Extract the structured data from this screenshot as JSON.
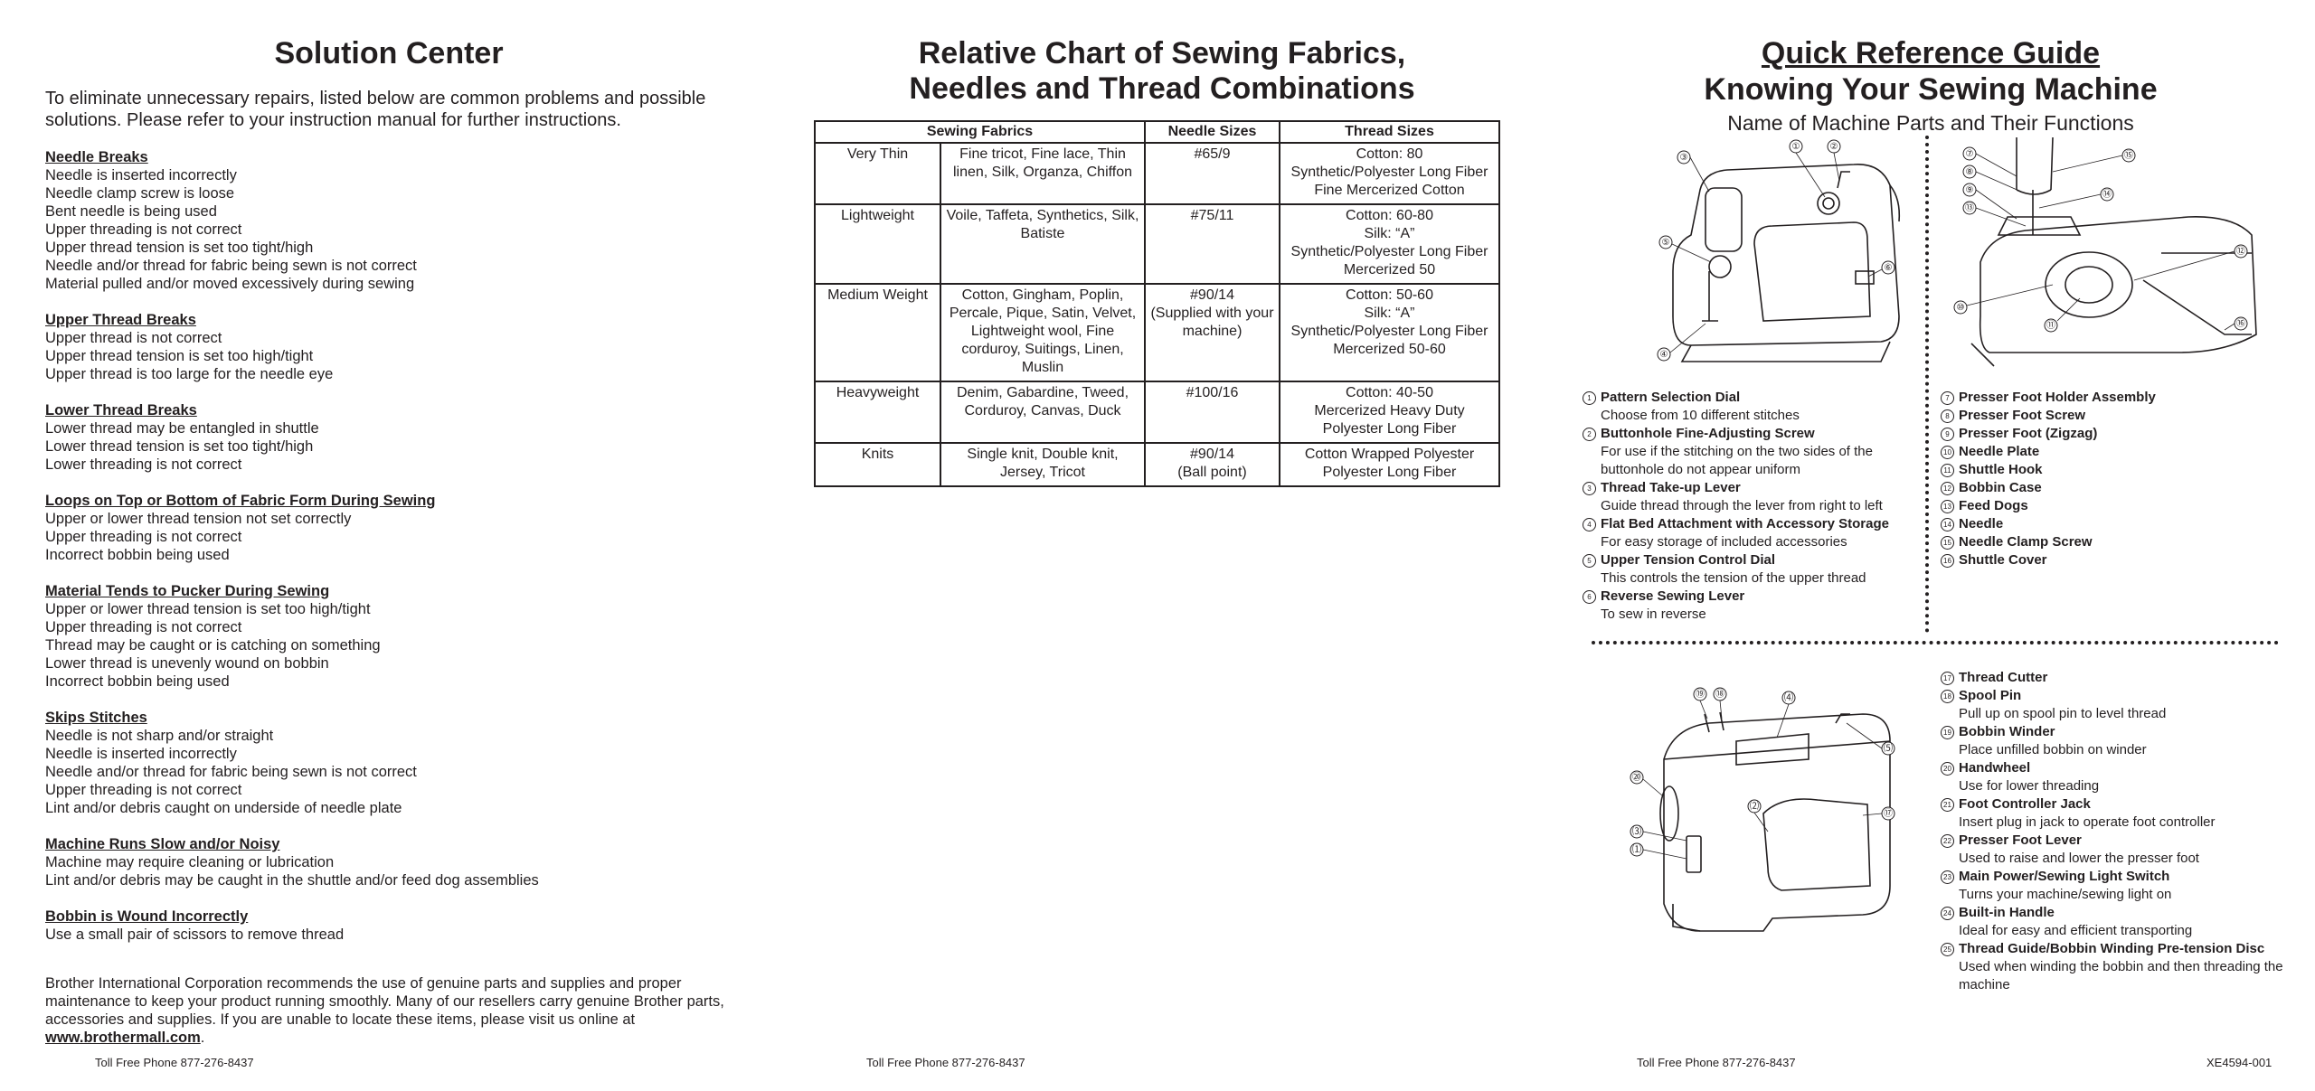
{
  "solution_center": {
    "title": "Solution Center",
    "intro": "To eliminate unnecessary repairs, listed below are common problems and possible solutions. Please refer to your instruction manual for further instructions.",
    "sections": [
      {
        "heading": "Needle Breaks",
        "lines": [
          "Needle is inserted incorrectly",
          "Needle clamp screw is loose",
          "Bent needle is being used",
          "Upper threading is not correct",
          "Upper thread tension is set too tight/high",
          "Needle and/or thread for fabric being sewn is not correct",
          "Material pulled and/or moved excessively during sewing"
        ]
      },
      {
        "heading": "Upper Thread Breaks",
        "lines": [
          "Upper thread is not correct",
          "Upper thread tension is set too high/tight",
          "Upper thread is too large for the needle eye"
        ]
      },
      {
        "heading": "Lower Thread Breaks",
        "lines": [
          "Lower thread may be entangled in shuttle",
          "Lower thread tension is set too tight/high",
          "Lower threading is not correct"
        ]
      },
      {
        "heading": "Loops on Top or Bottom of Fabric Form During Sewing",
        "lines": [
          "Upper or lower thread tension not set correctly",
          "Upper threading is not correct",
          "Incorrect bobbin being used"
        ]
      },
      {
        "heading": "Material Tends to Pucker During Sewing",
        "lines": [
          "Upper or lower thread tension is set too high/tight",
          "Upper threading is not correct",
          "Thread may be caught or is catching on something",
          "Lower thread is unevenly wound on bobbin",
          "Incorrect bobbin being used"
        ]
      },
      {
        "heading": "Skips Stitches",
        "lines": [
          "Needle is not sharp and/or straight",
          "Needle is inserted incorrectly",
          "Needle and/or thread for fabric being sewn is not correct",
          "Upper threading is not correct",
          "Lint and/or debris caught on underside of needle plate"
        ]
      },
      {
        "heading": "Machine Runs Slow and/or Noisy",
        "lines": [
          "Machine may require cleaning or lubrication",
          "Lint and/or debris may be caught in the shuttle and/or feed dog assemblies"
        ]
      },
      {
        "heading": "Bobbin is Wound Incorrectly",
        "lines": [
          "Use a small pair of scissors to remove thread"
        ]
      }
    ],
    "footer_text": "Brother International Corporation recommends the use of genuine parts and supplies and proper maintenance to keep your product running smoothly. Many of our resellers carry genuine Brother parts, accessories and supplies. If you are unable to locate these items, please visit us online at",
    "footer_link": "www.brothermall.com",
    "footer_end": ".",
    "phone": "Toll Free Phone 877-276-8437"
  },
  "fabric_chart": {
    "title_line1": "Relative Chart of Sewing Fabrics,",
    "title_line2": "Needles and Thread Combinations",
    "headers": [
      "Sewing Fabrics",
      "",
      "Needle Sizes",
      "Thread Sizes"
    ],
    "rows": [
      {
        "weight": "Very Thin",
        "fabrics": "Fine tricot, Fine lace, Thin linen, Silk, Organza, Chiffon",
        "needle": "#65/9",
        "thread": "Cotton: 80\nSynthetic/Polyester Long Fiber\nFine Mercerized Cotton"
      },
      {
        "weight": "Lightweight",
        "fabrics": "Voile, Taffeta, Synthetics, Silk, Batiste",
        "needle": "#75/11",
        "thread": "Cotton: 60-80\nSilk: “A”\nSynthetic/Polyester Long Fiber\nMercerized 50"
      },
      {
        "weight": "Medium Weight",
        "fabrics": "Cotton, Gingham, Poplin, Percale, Pique, Satin, Velvet, Lightweight wool, Fine corduroy, Suitings, Linen, Muslin",
        "needle": "#90/14\n(Supplied with your machine)",
        "thread": "Cotton: 50-60\nSilk: “A”\nSynthetic/Polyester Long Fiber\nMercerized 50-60"
      },
      {
        "weight": "Heavyweight",
        "fabrics": "Denim, Gabardine, Tweed, Corduroy, Canvas, Duck",
        "needle": "#100/16",
        "thread": "Cotton: 40-50\nMercerized Heavy Duty\nPolyester Long Fiber"
      },
      {
        "weight": "Knits",
        "fabrics": "Single knit, Double knit, Jersey, Tricot",
        "needle": "#90/14\n(Ball point)",
        "thread": "Cotton Wrapped Polyester\nPolyester Long Fiber"
      }
    ],
    "phone": "Toll Free Phone 877-276-8437"
  },
  "quick_reference": {
    "title": "Quick Reference Guide",
    "subtitle": "Knowing Your Sewing Machine",
    "subsubtitle": "Name of Machine Parts and Their Functions",
    "illus1_callouts": [
      "①",
      "②",
      "③",
      "④",
      "⑤",
      "⑥"
    ],
    "illus2_callouts": [
      "⑦",
      "⑧",
      "⑨",
      "⑩",
      "⑪",
      "⑫",
      "⑬",
      "⑭",
      "⑮",
      "⑯"
    ],
    "illus3_callouts": [
      "⑰",
      "⑱",
      "⑲",
      "⑳",
      "⑴",
      "⑵",
      "⑶",
      "⑷",
      "⑸"
    ],
    "parts_a": [
      {
        "num": "1",
        "name": "Pattern Selection Dial",
        "desc": "Choose from 10 different stitches"
      },
      {
        "num": "2",
        "name": "Buttonhole Fine-Adjusting Screw",
        "desc": "For use if the stitching on the two sides of the buttonhole do not appear uniform"
      },
      {
        "num": "3",
        "name": "Thread Take-up Lever",
        "desc": "Guide thread through the lever from right to left"
      },
      {
        "num": "4",
        "name": "Flat Bed Attachment with Accessory Storage",
        "desc": "For easy storage of included accessories"
      },
      {
        "num": "5",
        "name": "Upper Tension Control Dial",
        "desc": "This controls the tension of the upper thread"
      },
      {
        "num": "6",
        "name": "Reverse Sewing Lever",
        "desc": "To sew in reverse"
      }
    ],
    "parts_b": [
      {
        "num": "7",
        "name": "Presser Foot Holder Assembly",
        "desc": ""
      },
      {
        "num": "8",
        "name": "Presser Foot Screw",
        "desc": ""
      },
      {
        "num": "9",
        "name": "Presser Foot (Zigzag)",
        "desc": ""
      },
      {
        "num": "10",
        "name": "Needle Plate",
        "desc": ""
      },
      {
        "num": "11",
        "name": "Shuttle Hook",
        "desc": ""
      },
      {
        "num": "12",
        "name": "Bobbin Case",
        "desc": ""
      },
      {
        "num": "13",
        "name": "Feed Dogs",
        "desc": ""
      },
      {
        "num": "14",
        "name": "Needle",
        "desc": ""
      },
      {
        "num": "15",
        "name": "Needle Clamp Screw",
        "desc": ""
      },
      {
        "num": "16",
        "name": "Shuttle Cover",
        "desc": ""
      }
    ],
    "parts_c": [
      {
        "num": "17",
        "name": "Thread Cutter",
        "desc": ""
      },
      {
        "num": "18",
        "name": "Spool Pin",
        "desc": "Pull up on spool pin to level thread"
      },
      {
        "num": "19",
        "name": "Bobbin Winder",
        "desc": "Place unfilled bobbin on winder"
      },
      {
        "num": "20",
        "name": "Handwheel",
        "desc": "Use for lower threading"
      },
      {
        "num": "21",
        "name": "Foot Controller Jack",
        "desc": "Insert plug in jack to operate foot controller"
      },
      {
        "num": "22",
        "name": "Presser Foot Lever",
        "desc": "Used to raise and lower the presser foot"
      },
      {
        "num": "23",
        "name": "Main Power/Sewing Light Switch",
        "desc": "Turns your machine/sewing light on"
      },
      {
        "num": "24",
        "name": "Built-in Handle",
        "desc": "Ideal for easy and efficient transporting"
      },
      {
        "num": "25",
        "name": "Thread Guide/Bobbin Winding Pre-tension Disc",
        "desc": "Used when winding the bobbin and then threading the machine"
      }
    ],
    "phone": "Toll Free Phone 877-276-8437",
    "doc_code": "XE4594-001"
  }
}
